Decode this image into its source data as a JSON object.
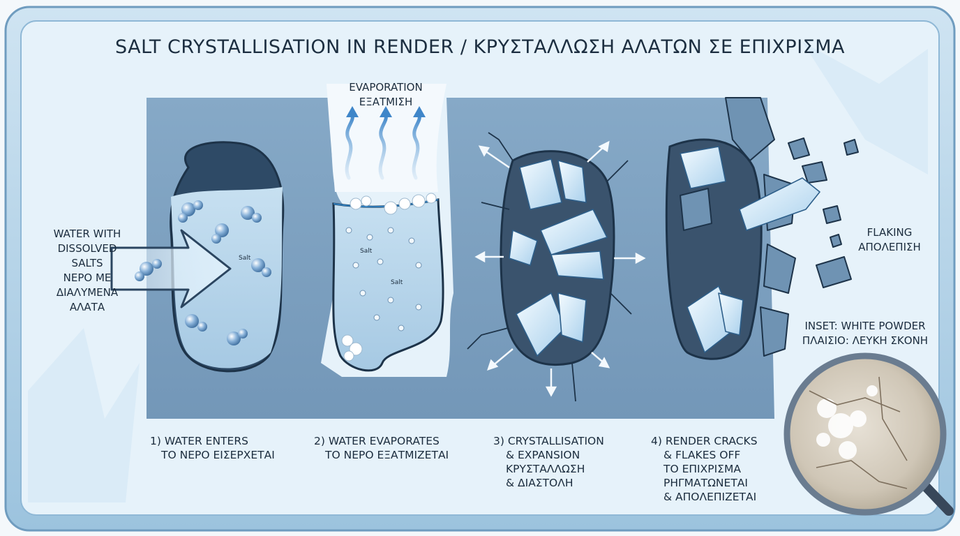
{
  "title": "SALT CRYSTALLISATION IN RENDER / ΚΡΥΣΤΑΛΛΩΣΗ ΑΛΑΤΩΝ ΣΕ ΕΠΙΧΡΙΣΜΑ",
  "inflow_label": [
    "WATER WITH",
    "DISSOLVED",
    "SALTS",
    "ΝΕΡΟ ΜΕ",
    "ΔΙΑΛΥΜΕΝΑ",
    "ΑΛΑΤΑ"
  ],
  "evaporation_label": [
    "EVAPORATION",
    "ΕΞΑΤΜΙΣΗ"
  ],
  "flaking_label": [
    "FLAKING",
    "ΑΠΟΛΕΠΙΣΗ"
  ],
  "inset_label": [
    "INSET: WHITE POWDER",
    "ΠΛΑΙΣΙΟ: ΛΕΥΚΗ ΣΚΟΝΗ"
  ],
  "salt_label": "Salt",
  "steps": [
    {
      "lines": [
        "1) WATER ENTERS",
        "ΤΟ ΝΕΡΟ ΕΙΣΕΡΧΕΤΑΙ"
      ]
    },
    {
      "lines": [
        "2) WATER EVAPORATES",
        "ΤΟ ΝΕΡΟ ΕΞΑΤΜΙΖΕΤΑΙ"
      ]
    },
    {
      "lines": [
        "3) CRYSTALLISATION",
        "& EXPANSION",
        "ΚΡΥΣΤΑΛΛΩΣΗ",
        "& ΔΙΑΣΤΟΛΗ"
      ]
    },
    {
      "lines": [
        "4) RENDER CRACKS",
        "& FLAKES OFF",
        "ΤΟ ΕΠΙΧΡΙΣΜΑ",
        "ΡΗΓΜΑΤΩΝΕΤΑΙ",
        "& ΑΠΟΛΕΠΙΖΕΤΑΙ"
      ]
    }
  ],
  "colors": {
    "frame": "#9fc6df",
    "panel": "#e3f0f8",
    "render": "#7ea2c2",
    "water": "#b3d3ea",
    "crystal": "#d8ecf8",
    "ink": "#1b2c3d"
  }
}
